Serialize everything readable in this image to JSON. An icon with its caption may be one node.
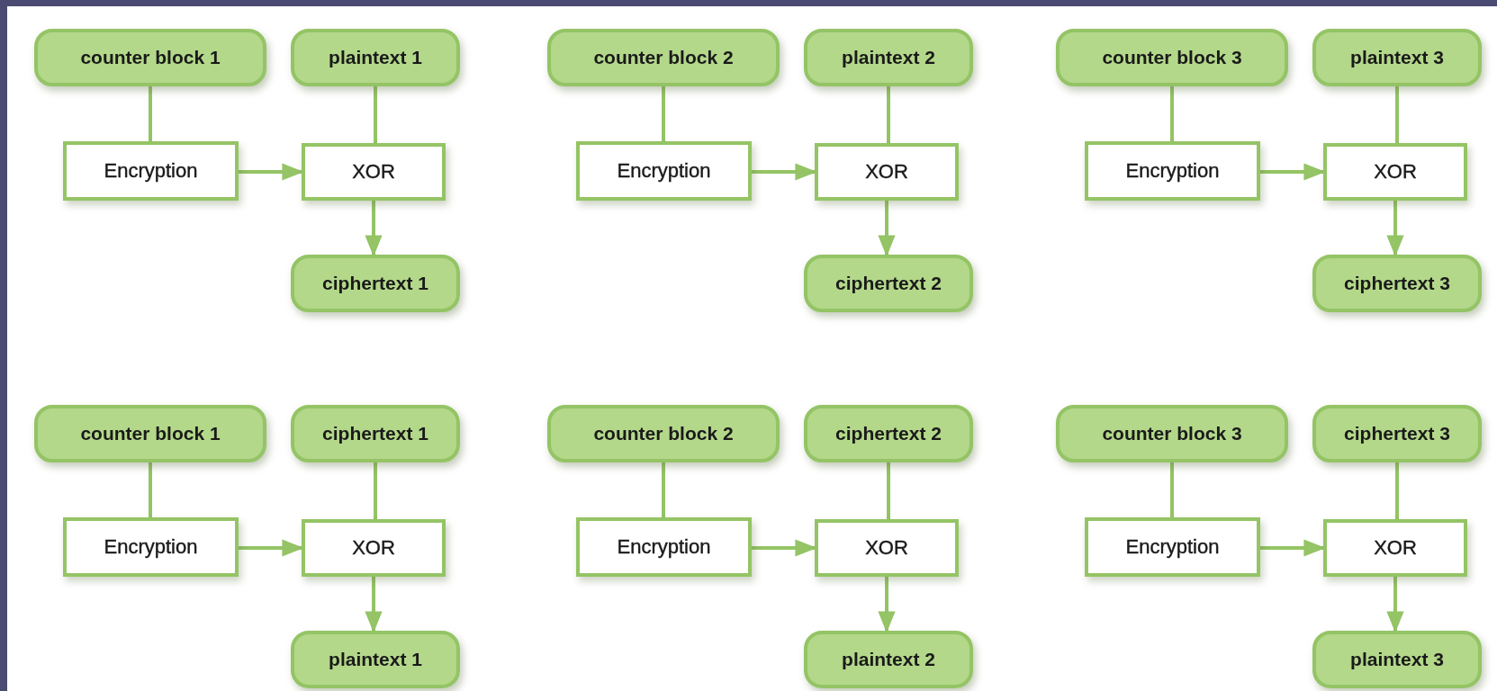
{
  "diagram": {
    "nodes": [
      {
        "text": [
          "counter block 1"
        ]
      },
      {
        "text": [
          "plaintext 1"
        ]
      },
      {
        "text": [
          "Encryption"
        ]
      },
      {
        "text": [
          "XOR"
        ]
      },
      {
        "text": [
          "ciphertext 1"
        ]
      },
      {
        "text": [
          "counter block 2"
        ]
      },
      {
        "text": [
          "plaintext 2"
        ]
      },
      {
        "text": [
          "Encryption"
        ]
      },
      {
        "text": [
          "XOR"
        ]
      },
      {
        "text": [
          "ciphertext 2"
        ]
      },
      {
        "text": [
          "counter block 3"
        ]
      },
      {
        "text": [
          "plaintext 3"
        ]
      },
      {
        "text": [
          "Encryption"
        ]
      },
      {
        "text": [
          "XOR"
        ]
      },
      {
        "text": [
          "ciphertext 3"
        ]
      },
      {
        "text": [
          "counter block 1"
        ]
      },
      {
        "text": [
          "ciphertext 1"
        ]
      },
      {
        "text": [
          "Encryption"
        ]
      },
      {
        "text": [
          "XOR"
        ]
      },
      {
        "text": [
          "plaintext 1"
        ]
      },
      {
        "text": [
          "counter block 2"
        ]
      },
      {
        "text": [
          "ciphertext 2"
        ]
      },
      {
        "text": [
          "Encryption"
        ]
      },
      {
        "text": [
          "XOR"
        ]
      },
      {
        "text": [
          "plaintext 2"
        ]
      },
      {
        "text": [
          "counter block 3"
        ]
      },
      {
        "text": [
          "ciphertext 3"
        ]
      },
      {
        "text": [
          "Encryption"
        ]
      },
      {
        "text": [
          "XOR"
        ]
      },
      {
        "text": [
          "plaintext 3"
        ]
      }
    ],
    "edges": [
      {
        "from": 0,
        "to": 2,
        "arrow": "none"
      },
      {
        "from": 1,
        "to": 3,
        "arrow": "none"
      },
      {
        "from": 2,
        "to": 3,
        "arrow": "to"
      },
      {
        "from": 3,
        "to": 4,
        "arrow": "to"
      },
      {
        "from": 5,
        "to": 7,
        "arrow": "none"
      },
      {
        "from": 6,
        "to": 8,
        "arrow": "none"
      },
      {
        "from": 7,
        "to": 8,
        "arrow": "to"
      },
      {
        "from": 8,
        "to": 9,
        "arrow": "to"
      },
      {
        "from": 10,
        "to": 12,
        "arrow": "none"
      },
      {
        "from": 11,
        "to": 13,
        "arrow": "none"
      },
      {
        "from": 12,
        "to": 13,
        "arrow": "to"
      },
      {
        "from": 13,
        "to": 14,
        "arrow": "to"
      },
      {
        "from": 15,
        "to": 17,
        "arrow": "none"
      },
      {
        "from": 16,
        "to": 18,
        "arrow": "none"
      },
      {
        "from": 17,
        "to": 18,
        "arrow": "to"
      },
      {
        "from": 18,
        "to": 19,
        "arrow": "to"
      },
      {
        "from": 20,
        "to": 22,
        "arrow": "none"
      },
      {
        "from": 21,
        "to": 23,
        "arrow": "none"
      },
      {
        "from": 22,
        "to": 23,
        "arrow": "to"
      },
      {
        "from": 23,
        "to": 24,
        "arrow": "to"
      },
      {
        "from": 25,
        "to": 27,
        "arrow": "none"
      },
      {
        "from": 26,
        "to": 28,
        "arrow": "none"
      },
      {
        "from": 27,
        "to": 28,
        "arrow": "to"
      },
      {
        "from": 28,
        "to": 29,
        "arrow": "to"
      }
    ]
  }
}
